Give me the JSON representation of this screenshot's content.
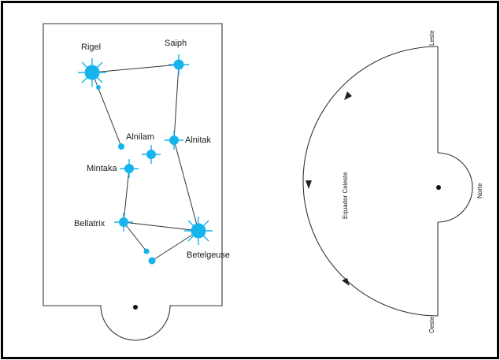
{
  "stars": {
    "rigel": "Rigel",
    "saiph": "Saiph",
    "alnilam": "Alnilam",
    "alnitak": "Alnitak",
    "mintaka": "Mintaka",
    "bellatrix": "Bellatrix",
    "betelgeuse": "Betelgeuse"
  },
  "sky": {
    "east": "Leste",
    "west": "Oeste",
    "north": "Norte",
    "equator": "Equador Celeste"
  },
  "colors": {
    "star": "#16b4ee",
    "line": "#333333",
    "frame": "#000000"
  }
}
